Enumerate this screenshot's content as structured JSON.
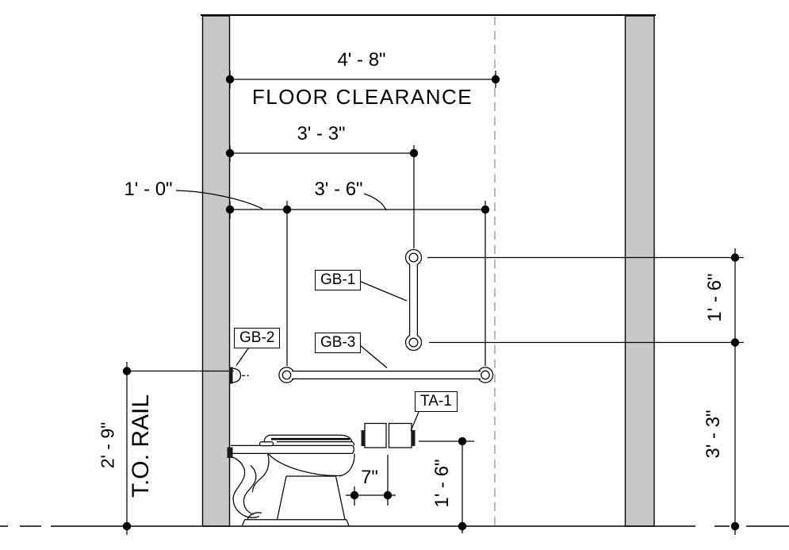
{
  "drawing": {
    "caption": "FLOOR CLEARANCE",
    "dims": {
      "floor_clearance": "4' - 8\"",
      "wall_to_vbar": "3' - 3\"",
      "bar_offset": "1' - 0\"",
      "hbar_length": "3' - 6\"",
      "vbar_height": "1' - 6\"",
      "bar_above_floor": "3' - 3\"",
      "rail_height": "2' - 9\"",
      "rail_note": "T.O. RAIL",
      "tp_offset": "7\"",
      "tp_height": "1' - 6\""
    },
    "tags": {
      "gb1": "GB-1",
      "gb2": "GB-2",
      "gb3": "GB-3",
      "ta1": "TA-1"
    },
    "colors": {
      "line": "#000000",
      "wall_fill": "#c8c8c8",
      "centerline": "#999999",
      "background": "#ffffff"
    }
  }
}
